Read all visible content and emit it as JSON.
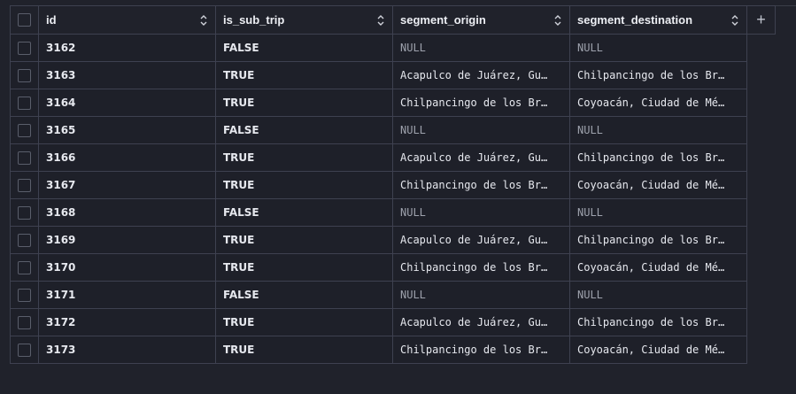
{
  "columns": [
    {
      "name": "id"
    },
    {
      "name": "is_sub_trip"
    },
    {
      "name": "segment_origin"
    },
    {
      "name": "segment_destination"
    }
  ],
  "add_column_label": "+",
  "rows": [
    {
      "id": "3162",
      "is_sub_trip": "FALSE",
      "segment_origin": "NULL",
      "segment_destination": "NULL"
    },
    {
      "id": "3163",
      "is_sub_trip": "TRUE",
      "segment_origin": "Acapulco de Juárez, Gu…",
      "segment_destination": "Chilpancingo de los Br…"
    },
    {
      "id": "3164",
      "is_sub_trip": "TRUE",
      "segment_origin": "Chilpancingo de los Br…",
      "segment_destination": "Coyoacán, Ciudad de Mé…"
    },
    {
      "id": "3165",
      "is_sub_trip": "FALSE",
      "segment_origin": "NULL",
      "segment_destination": "NULL"
    },
    {
      "id": "3166",
      "is_sub_trip": "TRUE",
      "segment_origin": "Acapulco de Juárez, Gu…",
      "segment_destination": "Chilpancingo de los Br…"
    },
    {
      "id": "3167",
      "is_sub_trip": "TRUE",
      "segment_origin": "Chilpancingo de los Br…",
      "segment_destination": "Coyoacán, Ciudad de Mé…"
    },
    {
      "id": "3168",
      "is_sub_trip": "FALSE",
      "segment_origin": "NULL",
      "segment_destination": "NULL"
    },
    {
      "id": "3169",
      "is_sub_trip": "TRUE",
      "segment_origin": "Acapulco de Juárez, Gu…",
      "segment_destination": "Chilpancingo de los Br…"
    },
    {
      "id": "3170",
      "is_sub_trip": "TRUE",
      "segment_origin": "Chilpancingo de los Br…",
      "segment_destination": "Coyoacán, Ciudad de Mé…"
    },
    {
      "id": "3171",
      "is_sub_trip": "FALSE",
      "segment_origin": "NULL",
      "segment_destination": "NULL"
    },
    {
      "id": "3172",
      "is_sub_trip": "TRUE",
      "segment_origin": "Acapulco de Juárez, Gu…",
      "segment_destination": "Chilpancingo de los Br…"
    },
    {
      "id": "3173",
      "is_sub_trip": "TRUE",
      "segment_origin": "Chilpancingo de los Br…",
      "segment_destination": "Coyoacán, Ciudad de Mé…"
    }
  ],
  "icons": {
    "sort": "sort-updown-icon",
    "add": "plus-icon",
    "checkbox": "checkbox-icon"
  },
  "colors": {
    "background": "#20222b",
    "border": "#3e4150",
    "text": "#e6e8ee",
    "null_text": "#9ea2ad"
  }
}
